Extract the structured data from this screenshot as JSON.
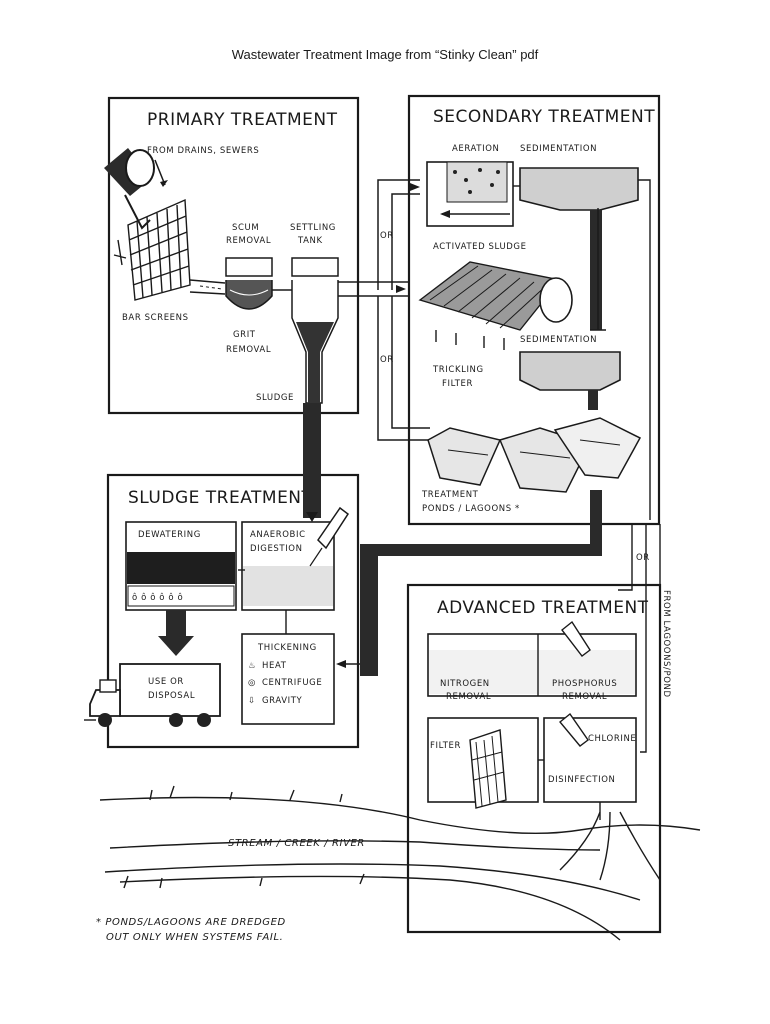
{
  "page_title": "Wastewater Treatment Image from “Stinky Clean” pdf",
  "primary": {
    "heading": "PRIMARY TREATMENT",
    "from_drains": "FROM DRAINS, SEWERS",
    "scum_removal": [
      "SCUM",
      "REMOVAL"
    ],
    "settling_tank": [
      "SETTLING",
      "TANK"
    ],
    "bar_screens": "BAR SCREENS",
    "grit_removal": [
      "GRIT",
      "REMOVAL"
    ],
    "sludge": "SLUDGE"
  },
  "secondary": {
    "heading": "SECONDARY TREATMENT",
    "aeration": "AERATION",
    "sedimentation_top": "SEDIMENTATION",
    "activated_sludge": "ACTIVATED SLUDGE",
    "sedimentation_mid": "SEDIMENTATION",
    "trickling_filter": [
      "TRICKLING",
      "FILTER"
    ],
    "or_1": "OR",
    "or_2": "OR",
    "treatment_ponds": [
      "TREATMENT",
      "PONDS / LAGOONS *"
    ]
  },
  "sludge": {
    "heading": "SLUDGE TREATMENT",
    "dewatering": "DEWATERING",
    "anaerobic_digestion": [
      "ANAEROBIC",
      "DIGESTION"
    ],
    "thickening": "THICKENING",
    "heat": "HEAT",
    "centrifuge": "CENTRIFUGE",
    "gravity": "GRAVITY",
    "use_or_disposal": [
      "USE  OR",
      "DISPOSAL"
    ]
  },
  "advanced": {
    "heading": "ADVANCED TREATMENT",
    "nitrogen_removal": [
      "NITROGEN",
      "REMOVAL"
    ],
    "phosphorus_removal": [
      "PHOSPHORUS",
      "REMOVAL"
    ],
    "filter": "FILTER",
    "chlorine": "CHLORINE",
    "disinfection": "DISINFECTION",
    "or_3": "OR",
    "from_lagoons": "FROM LAGOONS/POND"
  },
  "stream": "STREAM / CREEK / RIVER",
  "footnote": [
    "* PONDS/LAGOONS ARE DREDGED",
    "OUT ONLY WHEN SYSTEMS FAIL."
  ]
}
